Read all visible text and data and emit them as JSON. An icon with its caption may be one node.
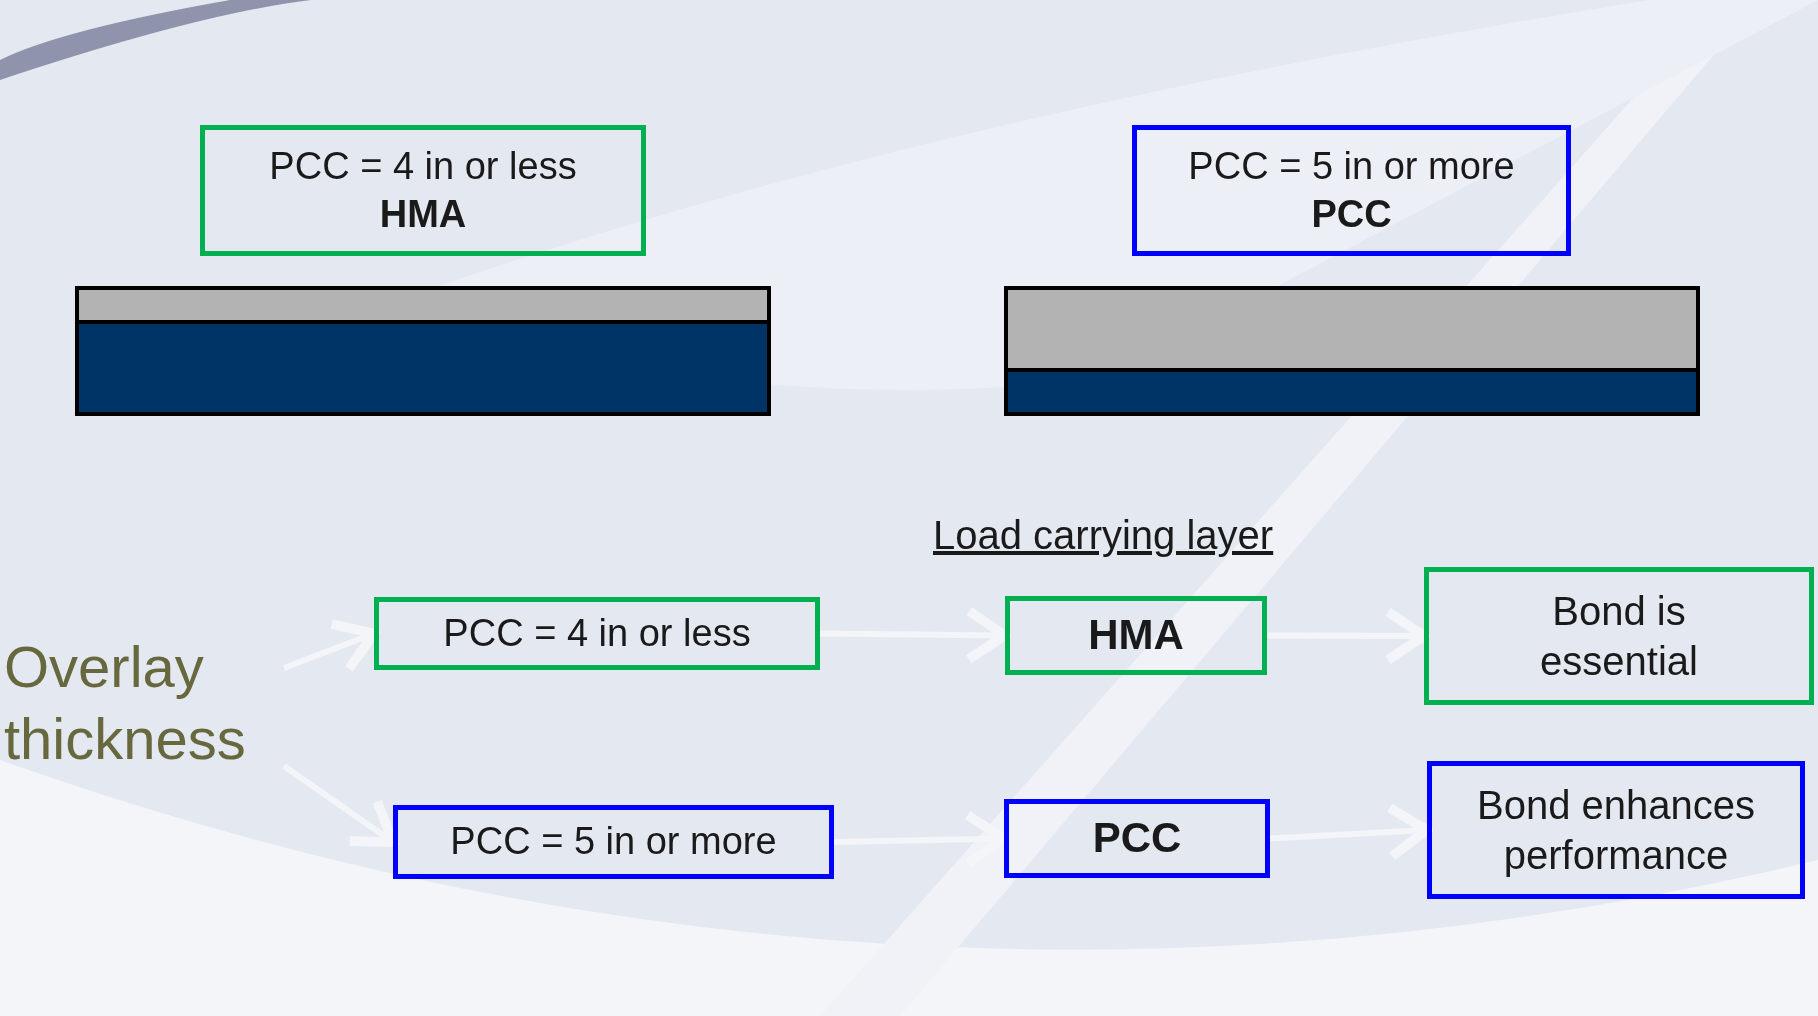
{
  "diagram": {
    "nodes": [
      {
        "text": [
          "PCC = 4 in or less",
          "HMA"
        ]
      },
      {
        "text": [
          "PCC = 5 in or more",
          "PCC"
        ]
      },
      {
        "text": [
          "Overlay thickness"
        ]
      },
      {
        "text": [
          "PCC = 4 in or less"
        ]
      },
      {
        "text": [
          "HMA"
        ]
      },
      {
        "text": [
          "Bond is essential"
        ]
      },
      {
        "text": [
          "PCC = 5 in or more"
        ]
      },
      {
        "text": [
          "PCC"
        ]
      },
      {
        "text": [
          "Bond enhances performance"
        ]
      }
    ],
    "edges": [
      {
        "from": 2,
        "to": 3,
        "arrow": "to"
      },
      {
        "from": 2,
        "to": 6,
        "arrow": "to"
      },
      {
        "from": 3,
        "to": 4,
        "arrow": "to"
      },
      {
        "from": 4,
        "to": 5,
        "arrow": "to"
      },
      {
        "from": 6,
        "to": 7,
        "arrow": "to"
      },
      {
        "from": 7,
        "to": 8,
        "arrow": "to"
      }
    ],
    "labels": [
      "Load carrying layer"
    ]
  }
}
